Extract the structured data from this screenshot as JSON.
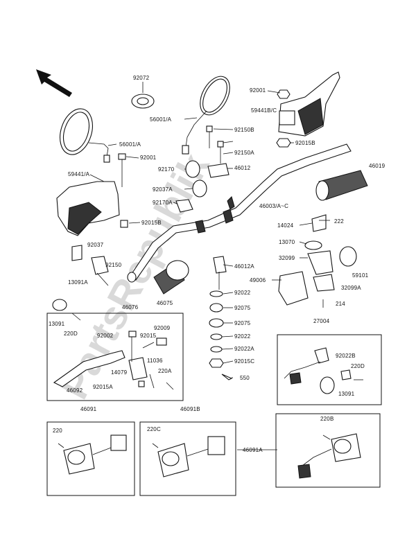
{
  "watermark": "PartsRepublik",
  "labels": {
    "l92072": "92072",
    "l92001a": "92001",
    "l56001a_right": "56001/A",
    "l59441bc": "59441B/C",
    "l92150b": "92150B",
    "l92015b_right": "92015B",
    "l56001a_left": "56001/A",
    "l92001b": "92001",
    "l92150a": "92150A",
    "l46019": "46019",
    "l92170": "92170",
    "l46012": "46012",
    "l59441a": "59441/A",
    "l92037a": "92037A",
    "l92170a": "92170A",
    "l46003ac": "46003/A~C",
    "l92015b_left": "92015B",
    "l14024": "14024",
    "l222": "222",
    "l92037": "92037",
    "l13070": "13070",
    "l92150": "92150",
    "l32099": "32099",
    "l13091a": "13091A",
    "l46012a": "46012A",
    "l59101": "59101",
    "l49006": "49006",
    "l32099a": "32099A",
    "l46075": "46075",
    "l92022a": "92022",
    "l46076": "46076",
    "l214": "214",
    "l13091a_left": "13091",
    "l92075a": "92075",
    "l220d": "220D",
    "l92009": "92009",
    "l92002": "92002",
    "l92015": "92015",
    "l92075b": "92075",
    "l27004": "27004",
    "l92022b": "92022",
    "l92022a2": "92022A",
    "l11036": "11036",
    "l92015c": "92015C",
    "l92022b2": "92022B",
    "l14079": "14079",
    "l220a": "220A",
    "l220d2": "220D",
    "l46092": "46092",
    "l92015a": "92015A",
    "l550": "550",
    "l13091": "13091",
    "l46091": "46091",
    "l46091b": "46091B",
    "l220": "220",
    "l220c": "220C",
    "l220b": "220B",
    "l46091a": "46091A"
  }
}
